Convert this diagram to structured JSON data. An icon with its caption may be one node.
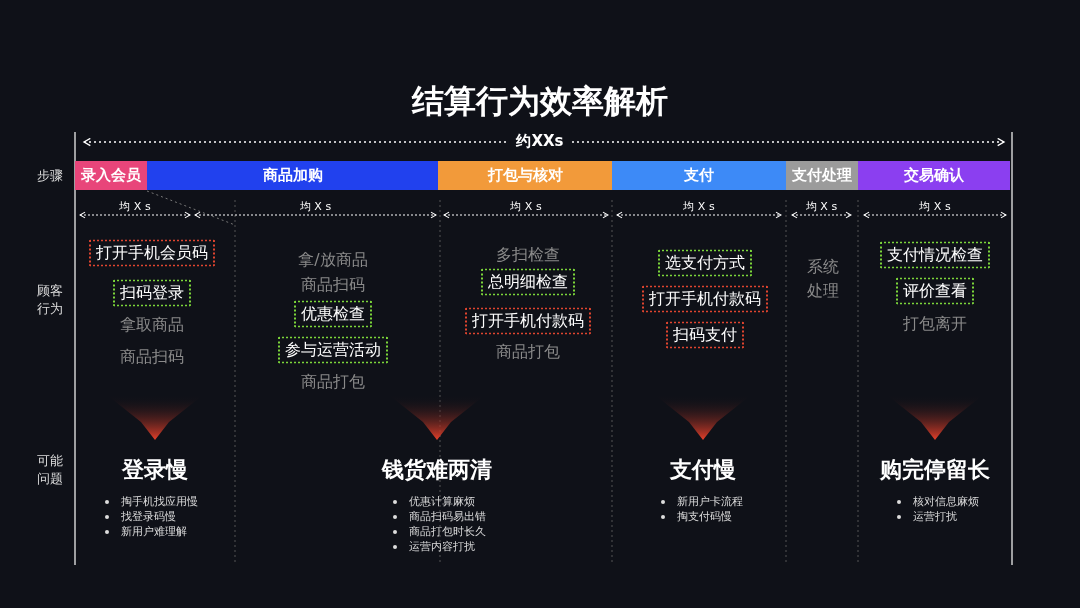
{
  "diagram": {
    "title": "结算行为效率解析",
    "nodes": [
      {
        "text": [
          "录入会员"
        ]
      },
      {
        "text": [
          "商品加购"
        ]
      },
      {
        "text": [
          "打包与核对"
        ]
      },
      {
        "text": [
          "支付"
        ]
      },
      {
        "text": [
          "支付处理"
        ]
      },
      {
        "text": [
          "交易确认"
        ]
      },
      {
        "text": [
          "打开手机会员码"
        ]
      },
      {
        "text": [
          "扫码登录"
        ]
      },
      {
        "text": [
          "优惠检查"
        ]
      },
      {
        "text": [
          "参与运营活动"
        ]
      },
      {
        "text": [
          "总明细检查"
        ]
      },
      {
        "text": [
          "打开手机付款码"
        ]
      },
      {
        "text": [
          "选支付方式"
        ]
      },
      {
        "text": [
          "打开手机付款码"
        ]
      },
      {
        "text": [
          "扫码支付"
        ]
      },
      {
        "text": [
          "支付情况检查"
        ]
      },
      {
        "text": [
          "评价查看"
        ]
      }
    ],
    "labels": [
      "约XXs",
      "步骤",
      "均 X s",
      "均 X s",
      "均 X s",
      "均 X s",
      "均 X s",
      "均 X s",
      "顾客行为",
      "拿取商品",
      "商品扫码",
      "拿/放商品",
      "商品扫码",
      "商品打包",
      "多扫检查",
      "商品打包",
      "系统处理",
      "打包离开",
      "可能问题",
      "登录慢",
      "钱货难两清",
      "支付慢",
      "购完停留长",
      "掏手机找应用慢",
      "找登录码慢",
      "新用户难理解",
      "优惠计算麻烦",
      "商品扫码易出错",
      "商品打包时长久",
      "运营内容打扰",
      "新用户卡流程",
      "掏支付码慢",
      "核对信息麻烦",
      "运营打扰"
    ]
  }
}
